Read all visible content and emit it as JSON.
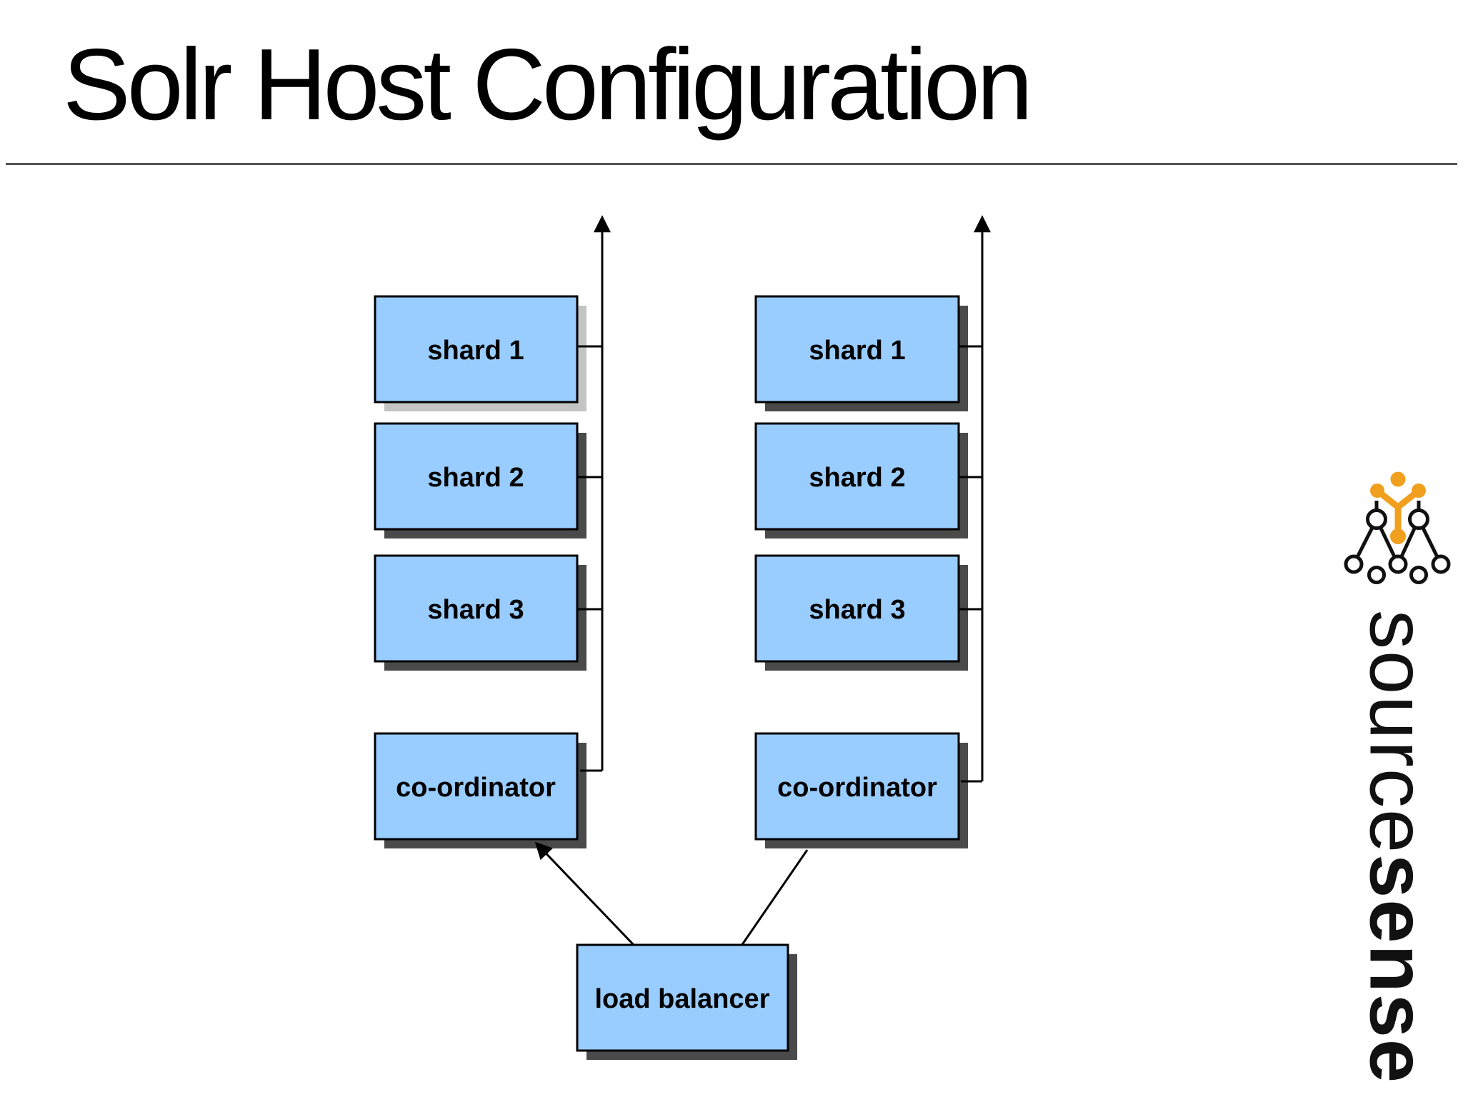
{
  "slide": {
    "title": "Solr Host Configuration"
  },
  "diagram": {
    "hosts": [
      {
        "name": "left-solr-host",
        "boxes": [
          {
            "label": "shard 1"
          },
          {
            "label": "shard 2"
          },
          {
            "label": "shard 3"
          },
          {
            "label": "co-ordinator"
          }
        ]
      },
      {
        "name": "right-solr-host",
        "boxes": [
          {
            "label": "shard 1"
          },
          {
            "label": "shard 2"
          },
          {
            "label": "shard 3"
          },
          {
            "label": "co-ordinator"
          }
        ]
      }
    ],
    "load_balancer": {
      "label": "load balancer"
    }
  },
  "logo": {
    "word_light": "source",
    "word_bold": "sense"
  },
  "colors": {
    "box_fill": "#99CCFF",
    "box_border": "#000000",
    "shadow_dark": "#4A4A4A",
    "shadow_light": "#C4C4C4",
    "accent_orange": "#F0A01E",
    "line": "#000000",
    "rule": "#555555"
  }
}
